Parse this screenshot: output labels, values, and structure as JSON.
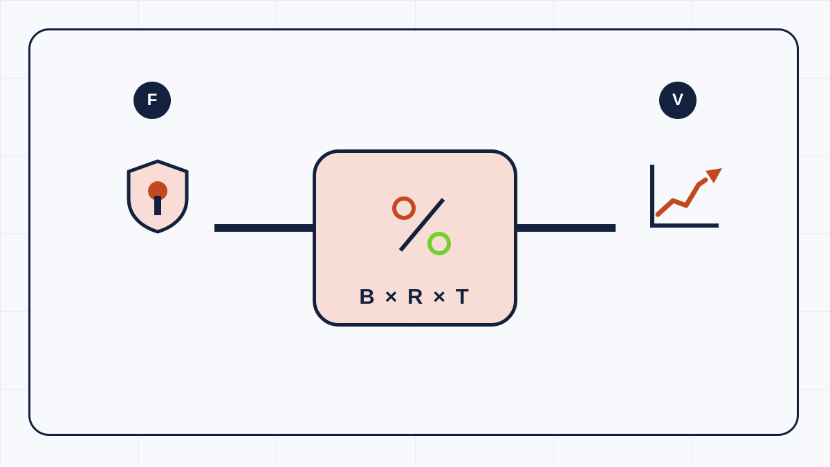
{
  "diagram": {
    "input_badge": "F",
    "output_badge": "V",
    "formula": "B × R × T",
    "icons": {
      "input": "shield-keyhole-icon",
      "process": "percent-icon",
      "output": "growth-chart-icon"
    },
    "colors": {
      "navy": "#13213f",
      "orange": "#c4481f",
      "green": "#73cf2d",
      "box_fill": "#f8ddd7"
    }
  }
}
